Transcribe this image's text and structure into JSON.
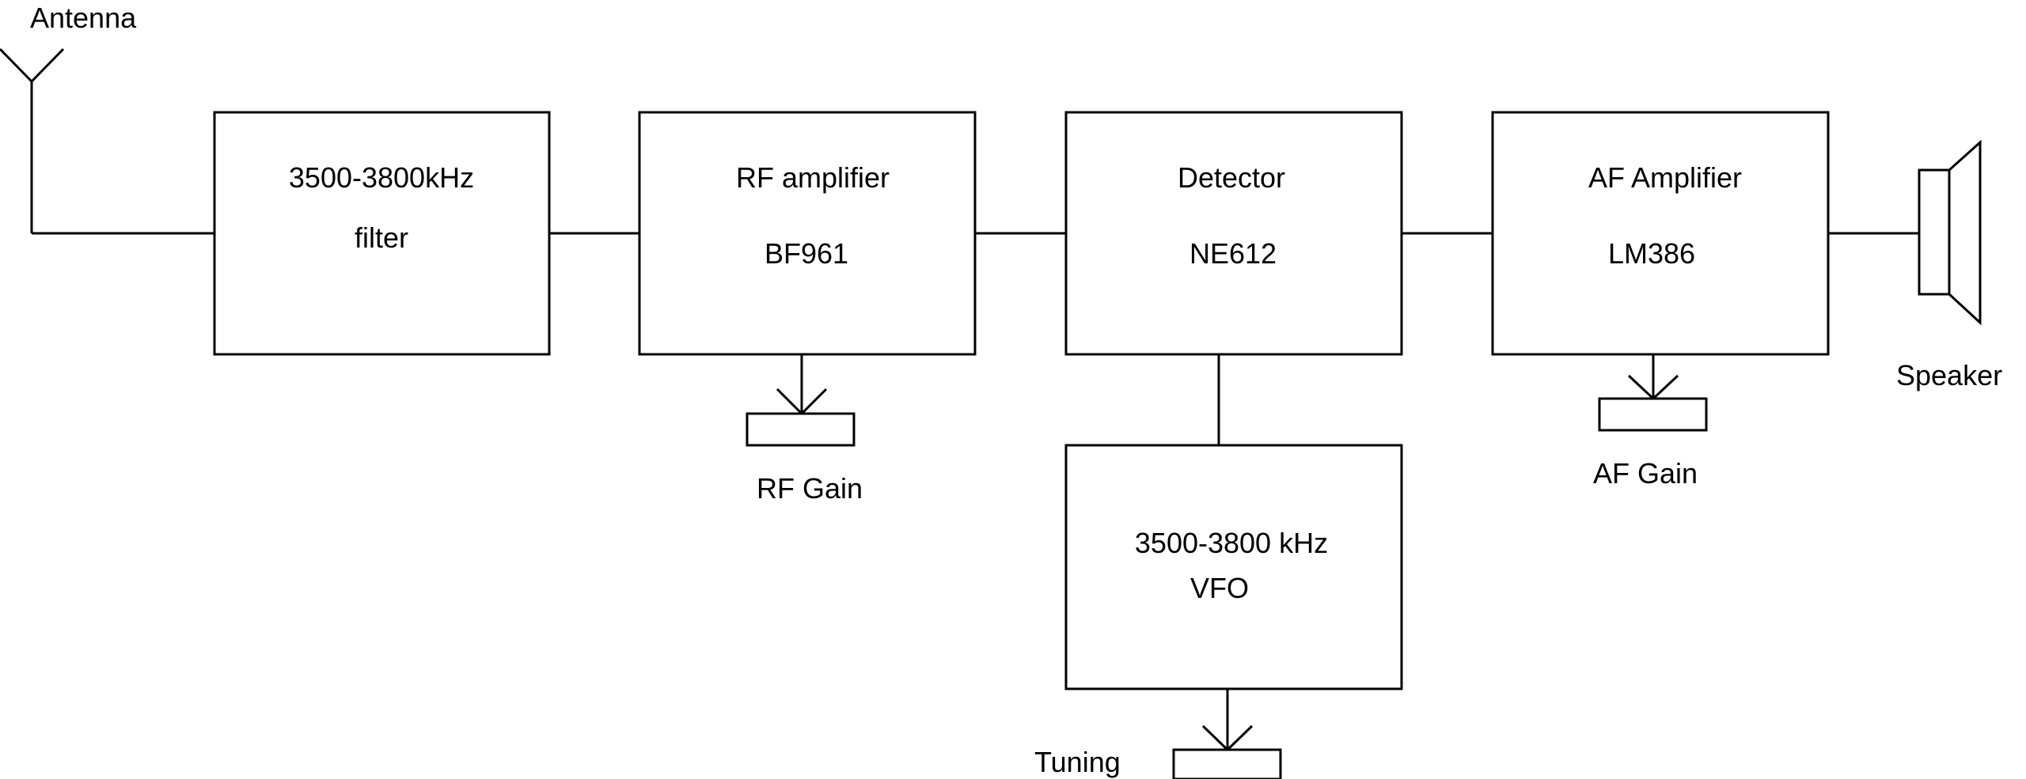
{
  "labels": {
    "antenna": "Antenna",
    "speaker": "Speaker"
  },
  "blocks": {
    "filter": {
      "line1": "3500-3800kHz",
      "line2": "filter"
    },
    "rf_amp": {
      "line1": "RF amplifier",
      "line2": "BF961"
    },
    "detector": {
      "line1": "Detector",
      "line2": "NE612"
    },
    "af_amp": {
      "line1": "AF Amplifier",
      "line2": "LM386"
    },
    "vfo": {
      "line1": "3500-3800 kHz",
      "line2": "VFO"
    }
  },
  "controls": {
    "rf_gain": "RF Gain",
    "af_gain": "AF Gain",
    "tuning": "Tuning"
  }
}
